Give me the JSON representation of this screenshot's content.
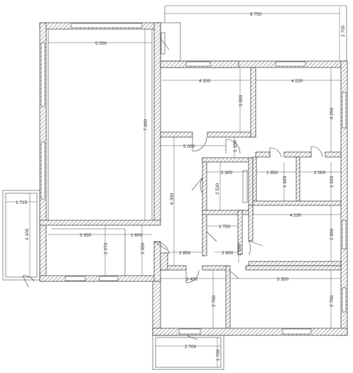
{
  "plan": {
    "colors": {
      "wall_stroke": "#333333",
      "hatch": "#777777",
      "line": "#444444",
      "background": "#ffffff"
    },
    "dimensions": {
      "overall_top": "8 750",
      "right_top": "2 700",
      "living_width": "5 050",
      "living_height": "7 000",
      "room_nw_width": "4 200",
      "room_nw_height": "3 000",
      "room_ne_width": "4 220",
      "room_ne_height": "4 250",
      "hall_width": "5 000",
      "hall_small": "1 100",
      "hall_height": "6 300",
      "bath_width": "2 300",
      "bath_height": "2 530",
      "closet_a_width": "1 850",
      "closet_a_height": "1 920",
      "closet_b_width": "2 000",
      "closet_b_height": "1 920",
      "mid_room_width": "4 230",
      "mid_room_height": "2 900",
      "wc_width": "1 750",
      "kitchen_width": "3 350",
      "kitchen_part": "1 600",
      "kitchen_h1": "2 270",
      "kitchen_h2": "2 350",
      "corridor_width": "2 850",
      "corridor_b": "2 850",
      "entry_small": "1 160",
      "terrace_width": "1 715",
      "terrace_height": "4 100",
      "bottom_room_width": "3 450",
      "bottom_room_height": "2 700",
      "bottom_right_width": "5 350",
      "bottom_right_height": "2 700",
      "porch_width": "2 700",
      "porch_height": "1 700"
    }
  }
}
